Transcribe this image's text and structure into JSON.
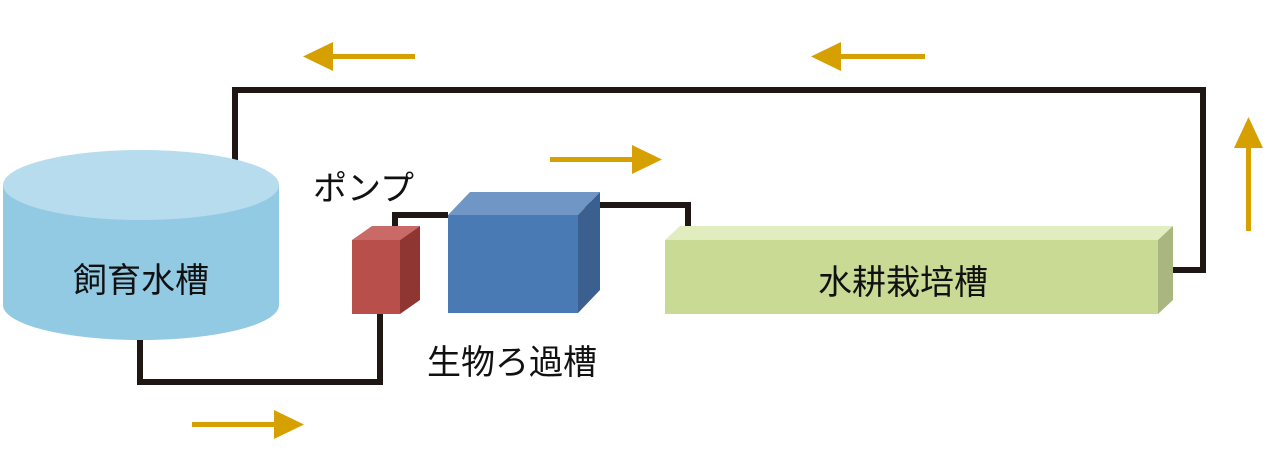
{
  "labels": {
    "fish_tank": "飼育水槽",
    "pump": "ポンプ",
    "biofilter": "生物ろ過槽",
    "hydroponic_bed": "水耕栽培槽"
  },
  "colors": {
    "pipe": "#1e1714",
    "arrow": "#d6a100",
    "tank_body": "#92c9e3",
    "tank_top": "#b7dced",
    "pump_front": "#b94f4b",
    "pump_side": "#8f3633",
    "filter_front": "#4a7ab3",
    "filter_side": "#3b5f8e",
    "filter_top": "#6f96c4",
    "bed_front": "#c8da93",
    "bed_top": "#e1ecbf",
    "bed_side": "#a9b67f"
  },
  "arrows": [
    {
      "name": "arrow-left-top-1",
      "direction": "left"
    },
    {
      "name": "arrow-left-top-2",
      "direction": "left"
    },
    {
      "name": "arrow-right-middle",
      "direction": "right"
    },
    {
      "name": "arrow-up-right",
      "direction": "up"
    },
    {
      "name": "arrow-right-bottom",
      "direction": "right"
    }
  ]
}
